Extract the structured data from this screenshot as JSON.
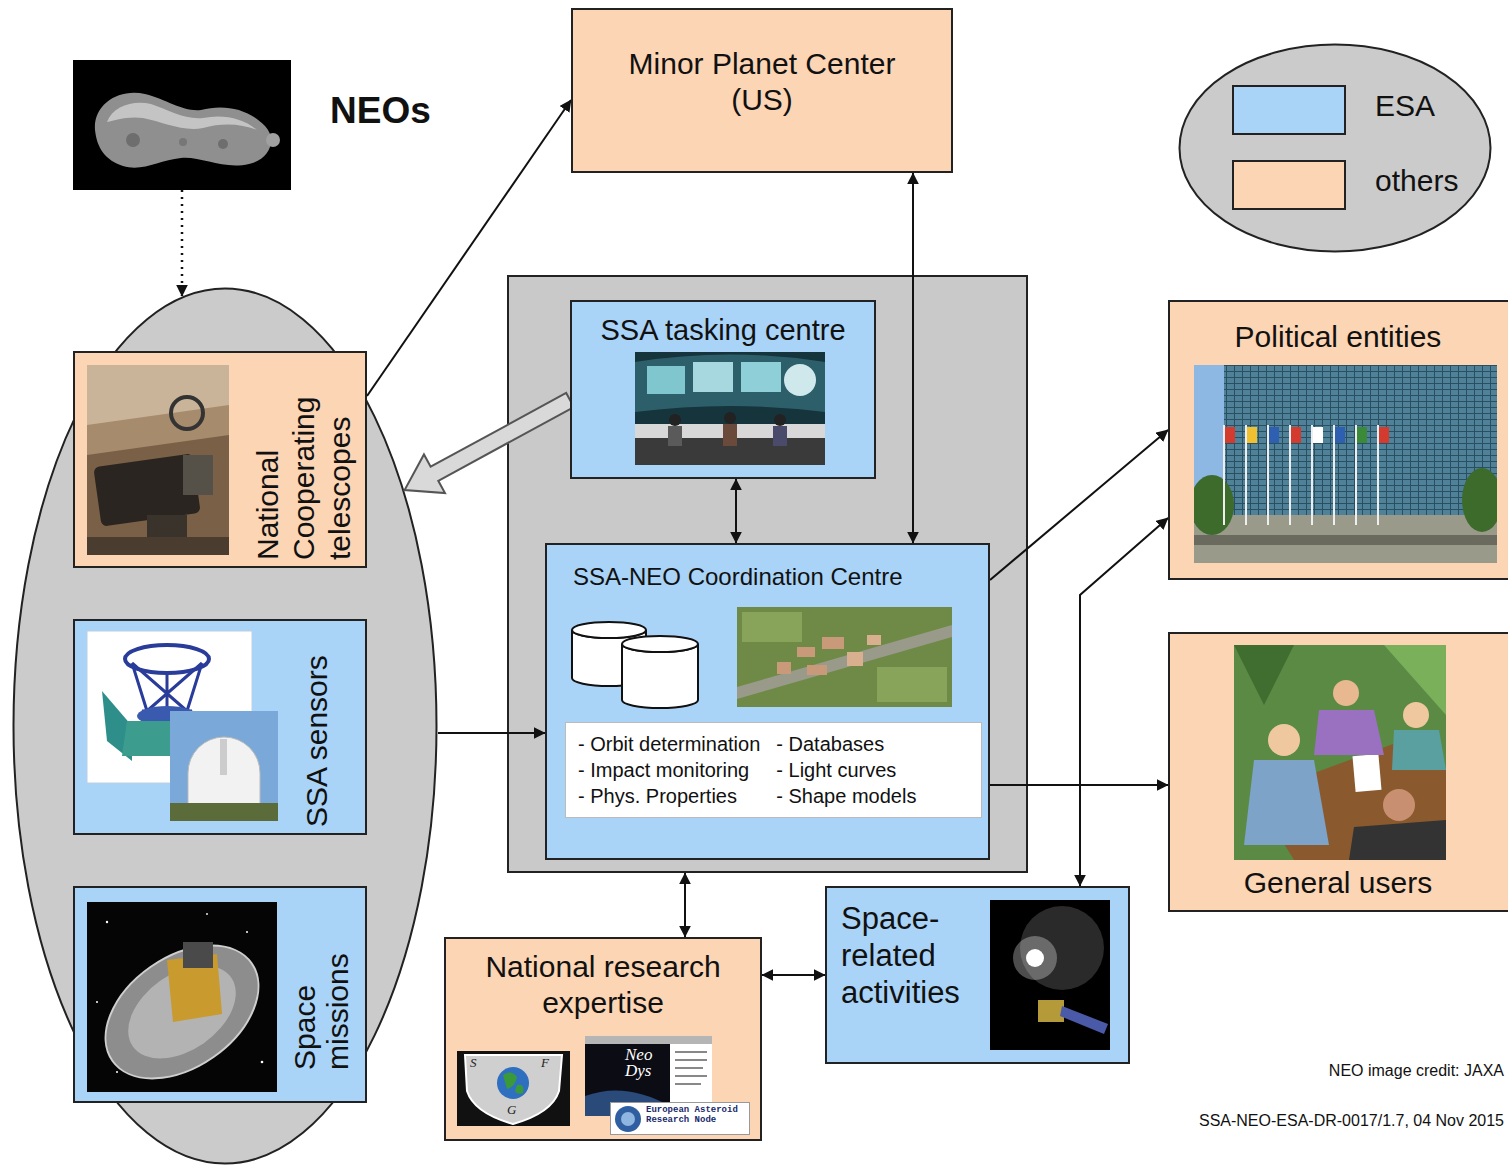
{
  "diagram": {
    "nodes": [
      {
        "text": [
          "NEOs"
        ]
      },
      {
        "text": [
          "Minor Planet Center (US)"
        ]
      },
      {
        "text": []
      },
      {
        "text": [
          "National Cooperating telescopes"
        ],
        "in": 2
      },
      {
        "text": [
          "SSA sensors"
        ],
        "in": 2
      },
      {
        "text": [
          "Space missions"
        ],
        "in": 2
      },
      {
        "text": []
      },
      {
        "text": [
          "SSA tasking centre"
        ],
        "in": 6
      },
      {
        "text": [
          "SSA-NEO Coordination Centre"
        ],
        "in": 6
      },
      {
        "text": [
          "- Orbit determination",
          "- Impact monitoring",
          "- Phys. Properties",
          "- Databases",
          "- Light curves",
          "- Shape models"
        ],
        "in": 8
      },
      {
        "text": [
          "Political entities"
        ]
      },
      {
        "text": [
          "General users"
        ]
      },
      {
        "text": [
          "National research expertise"
        ]
      },
      {
        "text": [
          "Space-related activities"
        ]
      }
    ],
    "edges": [
      {
        "from": 0,
        "to": 2,
        "arrow": "to"
      },
      {
        "from": 3,
        "to": 1,
        "arrow": "to"
      },
      {
        "from": 1,
        "to": 8,
        "arrow": "both"
      },
      {
        "from": 7,
        "to": 2,
        "arrow": "to"
      },
      {
        "from": 7,
        "to": 8,
        "arrow": "both"
      },
      {
        "from": 2,
        "to": 8,
        "arrow": "to"
      },
      {
        "from": 8,
        "to": 10,
        "arrow": "to"
      },
      {
        "from": 8,
        "to": 11,
        "arrow": "to"
      },
      {
        "from": 8,
        "to": 10,
        "arrow": "to"
      },
      {
        "from": 8,
        "to": 13,
        "arrow": "to"
      },
      {
        "from": 6,
        "to": 12,
        "arrow": "both"
      },
      {
        "from": 12,
        "to": 13,
        "arrow": "both"
      }
    ],
    "labels": [
      "S",
      "F",
      "G",
      "Neo Dys",
      "European Asteroid Research Node",
      "NEO image credit: JAXA",
      "SSA-NEO-ESA-DR-0017/1.7, 04 Nov 2015"
    ],
    "legend": [
      {
        "text": "ESA",
        "color": "#a9d4f8"
      },
      {
        "text": "others",
        "color": "#fcd5b5"
      }
    ]
  }
}
